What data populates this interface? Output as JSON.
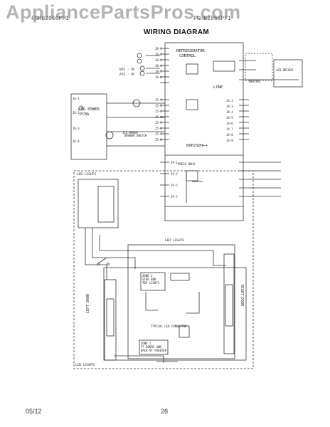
{
  "watermark": "AppliancePartsPros.com",
  "header": {
    "left_model": "FGHB2866PF1",
    "right_model": "FGHB2866PF1",
    "title": "WIRING DIAGRAM"
  },
  "labels": {
    "refrigerator_control": "REFRIGERATOR\nCONTROL",
    "led_power_pcba": "LED POWER\nPCBA",
    "line": "LINE",
    "erp": "ERP2SDH++",
    "led_lights": "LED LIGHTS",
    "left_door": "LEFT DOOR",
    "right_door": "RIGHT DOOR",
    "zone1": "ZONE 1\nSIDE AND\nTOP LIGHTS",
    "zone2": "ZONE 2\nFF DOORS AND\nBACK OF FREEZER",
    "typical_connector": "TYPICAL LED CONNECTOR",
    "drawer": "DRAWER\nSWITCH",
    "nts_pf": "NTS - PF",
    "ats_pf": "ATS - PF",
    "neutral": "NEUTRAL",
    "press_hold": "PRESS HOLD",
    "ice_maker": "ICE MAKER",
    "led_driver": "LED DRIVER"
  },
  "footer": {
    "date": "05/12",
    "page": "28"
  }
}
